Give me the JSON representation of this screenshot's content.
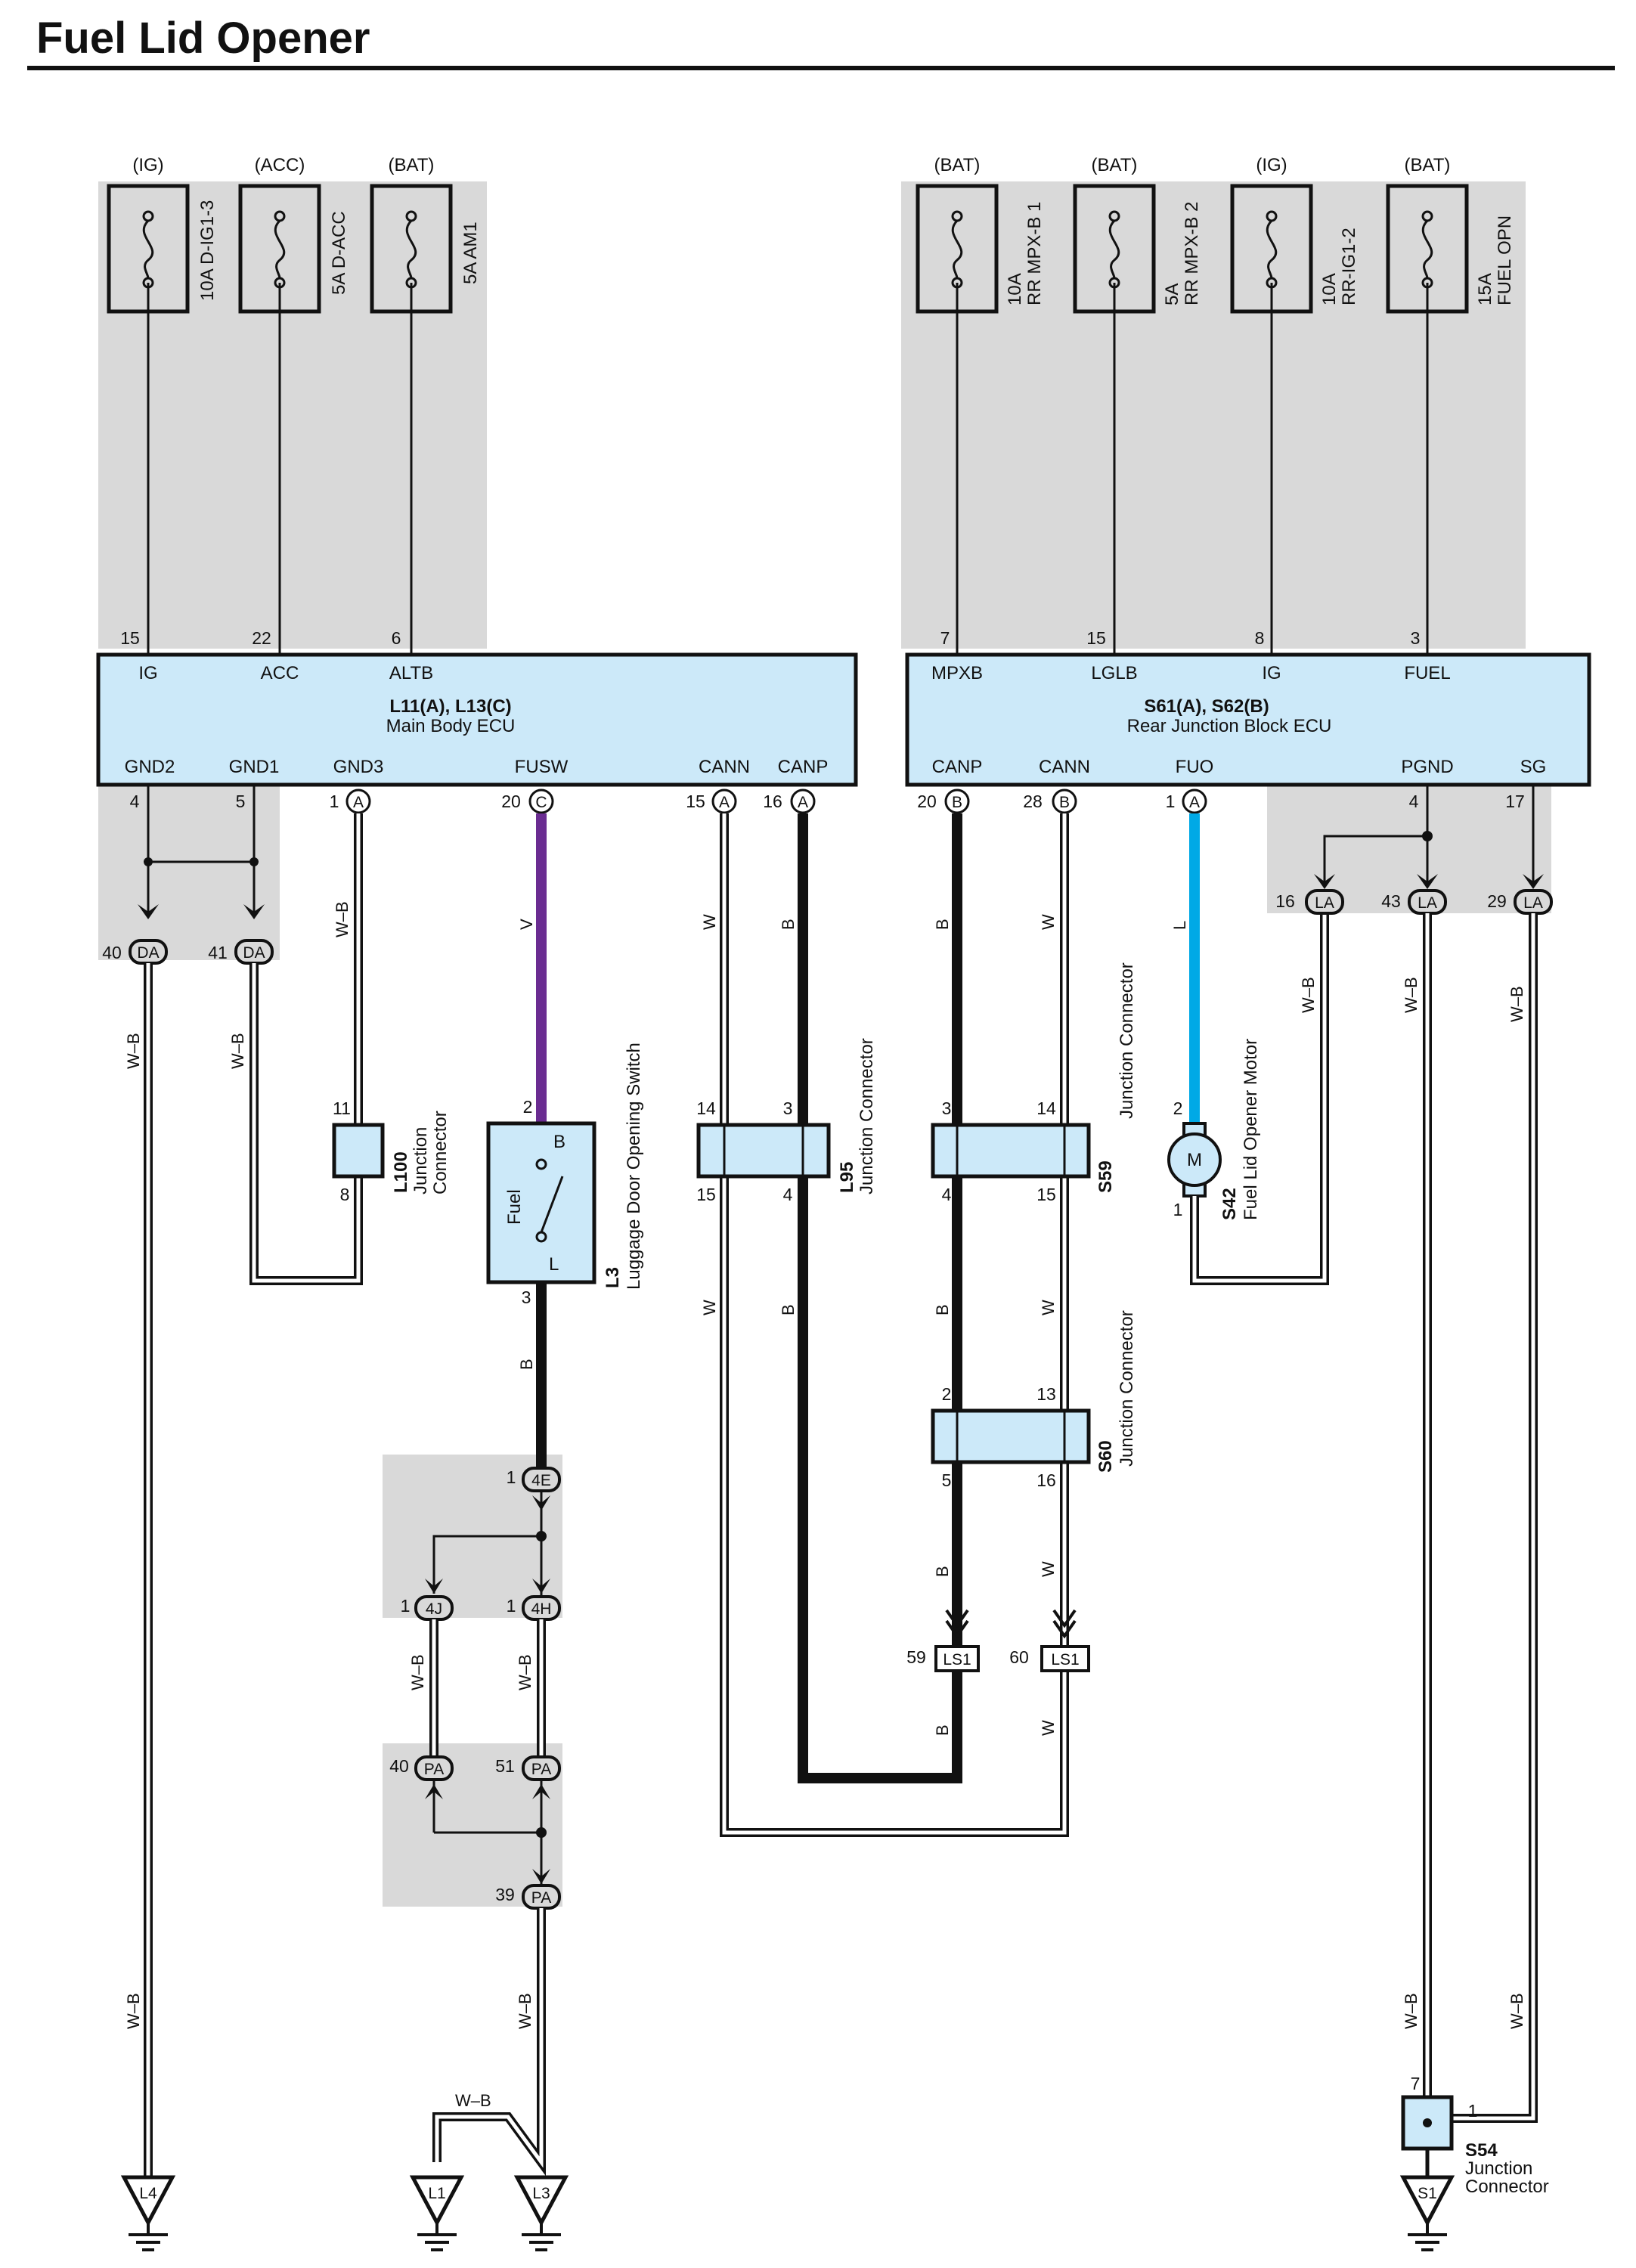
{
  "title": "Fuel Lid Opener",
  "left_fuses": [
    {
      "power": "(IG)",
      "rating": "10A D-IG1-3"
    },
    {
      "power": "(ACC)",
      "rating": "5A D-ACC"
    },
    {
      "power": "(BAT)",
      "rating": "5A AM1"
    }
  ],
  "right_fuses": [
    {
      "power": "(BAT)",
      "rating": "10A",
      "name": "RR MPX-B 1"
    },
    {
      "power": "(BAT)",
      "rating": "5A",
      "name": "RR MPX-B 2"
    },
    {
      "power": "(IG)",
      "rating": "10A",
      "name": "RR-IG1-2"
    },
    {
      "power": "(BAT)",
      "rating": "15A",
      "name": "FUEL OPN"
    }
  ],
  "main_ecu": {
    "code": "L11(A), L13(C)",
    "name": "Main Body ECU",
    "top_pins": [
      {
        "num": "15",
        "sig": "IG"
      },
      {
        "num": "22",
        "sig": "ACC"
      },
      {
        "num": "6",
        "sig": "ALTB"
      }
    ],
    "bottom_pins": [
      {
        "sig": "GND2",
        "num": "4",
        "conn": ""
      },
      {
        "sig": "GND1",
        "num": "5",
        "conn": ""
      },
      {
        "sig": "GND3",
        "num": "1",
        "conn": "A"
      },
      {
        "sig": "FUSW",
        "num": "20",
        "conn": "C"
      },
      {
        "sig": "CANN",
        "num": "15",
        "conn": "A"
      },
      {
        "sig": "CANP",
        "num": "16",
        "conn": "A"
      }
    ]
  },
  "rear_ecu": {
    "code": "S61(A), S62(B)",
    "name": "Rear Junction Block ECU",
    "top_pins": [
      {
        "num": "7",
        "sig": "MPXB"
      },
      {
        "num": "15",
        "sig": "LGLB"
      },
      {
        "num": "8",
        "sig": "IG"
      },
      {
        "num": "3",
        "sig": "FUEL"
      }
    ],
    "bottom_pins": [
      {
        "sig": "CANP",
        "num": "20",
        "conn": "B"
      },
      {
        "sig": "CANN",
        "num": "28",
        "conn": "B"
      },
      {
        "sig": "FUO",
        "num": "1",
        "conn": "A"
      },
      {
        "sig": "PGND",
        "num": "4",
        "conn": ""
      },
      {
        "sig": "SG",
        "num": "17",
        "conn": ""
      }
    ]
  },
  "connectors": {
    "da40": {
      "num": "40",
      "label": "DA"
    },
    "da41": {
      "num": "41",
      "label": "DA"
    },
    "la16": {
      "num": "16",
      "label": "LA"
    },
    "la43": {
      "num": "43",
      "label": "LA"
    },
    "la29": {
      "num": "29",
      "label": "LA"
    },
    "c4e": {
      "num": "1",
      "label": "4E"
    },
    "c4j": {
      "num": "1",
      "label": "4J"
    },
    "c4h": {
      "num": "1",
      "label": "4H"
    },
    "pa40": {
      "num": "40",
      "label": "PA"
    },
    "pa51": {
      "num": "51",
      "label": "PA"
    },
    "pa39": {
      "num": "39",
      "label": "PA"
    },
    "ls59": {
      "num": "59",
      "label": "LS1"
    },
    "ls60": {
      "num": "60",
      "label": "LS1"
    }
  },
  "components": {
    "l100": {
      "code": "L100",
      "name1": "Junction",
      "name2": "Connector",
      "pin_top": "11",
      "pin_bottom": "8"
    },
    "l3": {
      "code": "L3",
      "name": "Luggage Door Opening Switch",
      "inner": "Fuel",
      "term_b": "B",
      "term_l": "L",
      "pin_top": "2",
      "pin_bottom": "3"
    },
    "l95": {
      "code": "L95",
      "name": "Junction Connector",
      "pins": [
        "14",
        "3",
        "15",
        "4"
      ]
    },
    "s59": {
      "code": "S59",
      "name": "Junction Connector",
      "pins": [
        "3",
        "14",
        "4",
        "15"
      ]
    },
    "s60": {
      "code": "S60",
      "name": "Junction Connector",
      "pins": [
        "2",
        "13",
        "5",
        "16"
      ]
    },
    "s42": {
      "code": "S42",
      "name": "Fuel Lid Opener Motor",
      "motor": "M",
      "pin_top": "2",
      "pin_bottom": "1"
    },
    "s54": {
      "code": "S54",
      "name1": "Junction",
      "name2": "Connector",
      "pin_left": "7",
      "pin_right": "1"
    }
  },
  "grounds": [
    "L4",
    "L1",
    "L3",
    "S1"
  ],
  "wire_colors": {
    "WB": "W–B",
    "V": "V",
    "W": "W",
    "B": "B",
    "L": "L"
  },
  "colors": {
    "shade": "#d9d9d9",
    "ecu_fill": "#cce9f9",
    "wire_violet": "#6a2c91",
    "wire_blue": "#00a9e6",
    "wire_black": "#111111"
  }
}
